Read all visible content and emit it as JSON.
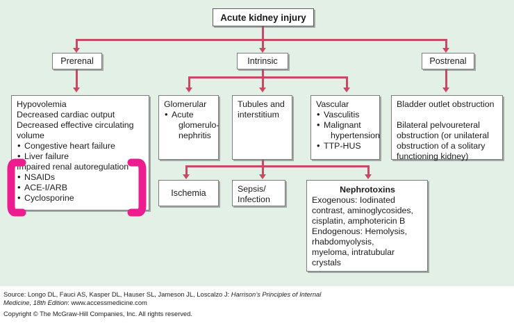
{
  "diagram": {
    "title": "Acute kidney injury",
    "categories": {
      "prerenal": "Prerenal",
      "intrinsic": "Intrinsic",
      "postrenal": "Postrenal"
    },
    "prerenal_detail": {
      "lines": [
        "Hypovolemia",
        "Decreased cardiac output",
        "Decreased effective circulating",
        "volume"
      ],
      "bullets_1": [
        "Congestive heart failure",
        "Liver failure"
      ],
      "heading_2": "Impaired renal autoregulation",
      "bullets_2": [
        "NSAIDs",
        "ACE-I/ARB",
        "Cyclosporine"
      ]
    },
    "intrinsic_children": {
      "glomerular": {
        "heading": "Glomerular",
        "bullets": [
          "Acute"
        ],
        "continuation": [
          "glomerulo-",
          "nephritis"
        ]
      },
      "tubules": {
        "lines": [
          "Tubules and",
          "interstitium"
        ]
      },
      "vascular": {
        "heading": "Vascular",
        "bullets": [
          "Vasculitis",
          "Malignant",
          "TTP-HUS"
        ],
        "continuation": "hypertension"
      }
    },
    "tubules_children": {
      "ischemia": "Ischemia",
      "sepsis": [
        "Sepsis/",
        "Infection"
      ],
      "nephrotoxins": {
        "heading": "Nephrotoxins",
        "lines": [
          "Exogenous: Iodinated",
          "contrast, aminoglycosides,",
          "cisplatin, amphotericin B",
          "Endogenous: Hemolysis,",
          "rhabdomyolysis,",
          "myeloma, intratubular",
          "crystals"
        ]
      }
    },
    "postrenal_detail": {
      "lines_1": [
        "Bladder outlet obstruction"
      ],
      "lines_2": [
        "Bilateral pelvoureteral",
        "obstruction (or unilateral",
        "obstruction of a solitary",
        "functioning kidney)"
      ]
    }
  },
  "annotation": {
    "bracket_color": "#ee1d8f",
    "bracket_target": "Impaired renal autoregulation"
  },
  "colors": {
    "background": "#e3f0e5",
    "connector": "#cc4763",
    "box_border": "#7b7b7b",
    "highlight": "#ee1d8f"
  },
  "footer": {
    "source_prefix": "Source: Longo DL, Fauci AS, Kasper DL, Hauser SL, Jameson JL, Loscalzo J: ",
    "source_italic": "Harrison’s Principles of Internal Medicine, 18th Edition",
    "source_suffix": ": www.accessmedicine.com",
    "copyright": "Copyright © The McGraw-Hill Companies, Inc. All rights reserved."
  }
}
